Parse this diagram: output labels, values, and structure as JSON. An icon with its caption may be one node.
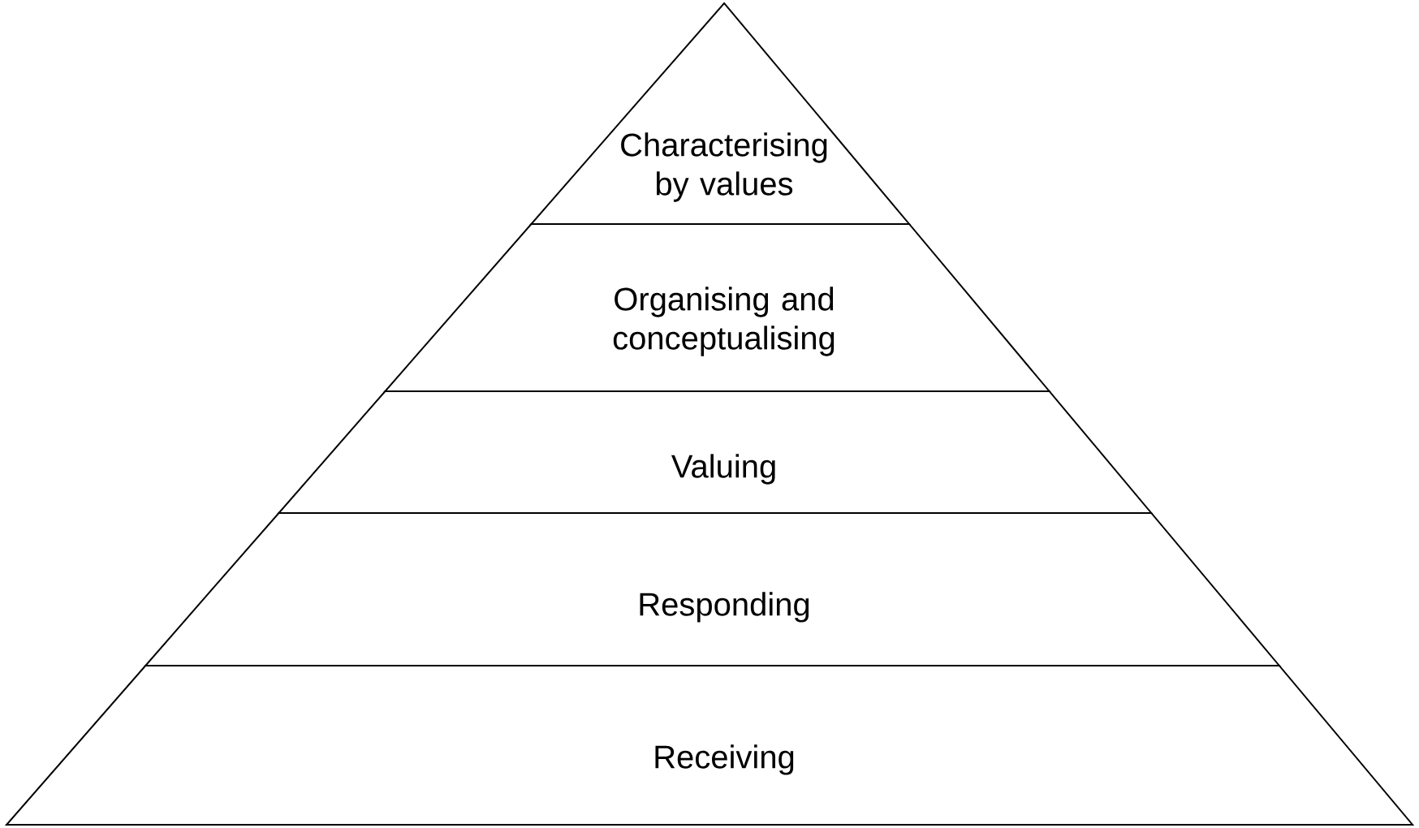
{
  "diagram": {
    "nodes": [
      {
        "text": [
          "Characterising by values"
        ]
      },
      {
        "text": [
          "Organising and conceptualising"
        ]
      },
      {
        "text": [
          "Valuing"
        ]
      },
      {
        "text": [
          "Responding"
        ]
      },
      {
        "text": [
          "Receiving"
        ]
      }
    ]
  }
}
